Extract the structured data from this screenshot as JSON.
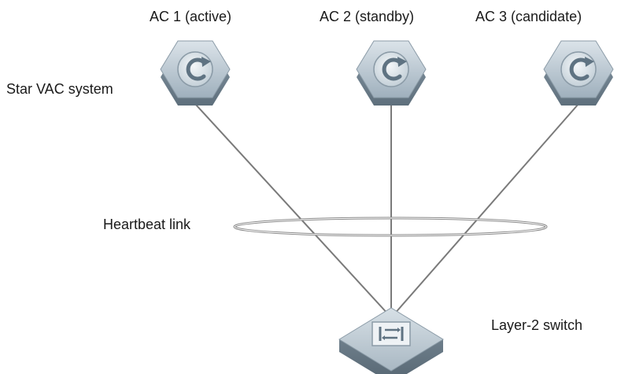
{
  "diagram": {
    "system_label": "Star VAC system",
    "heartbeat_label": "Heartbeat link",
    "switch_label": "Layer-2 switch",
    "acs": [
      {
        "label": "AC 1 (active)",
        "icon": "access-controller-icon"
      },
      {
        "label": "AC 2 (standby)",
        "icon": "access-controller-icon"
      },
      {
        "label": "AC 3 (candidate)",
        "icon": "access-controller-icon"
      }
    ],
    "switch_icon": "layer2-switch-icon",
    "colors": {
      "link": "#7a7a7a",
      "device_body": "#9fb0bd",
      "device_top": "#cfd9e0",
      "device_side": "#6f8290"
    }
  }
}
